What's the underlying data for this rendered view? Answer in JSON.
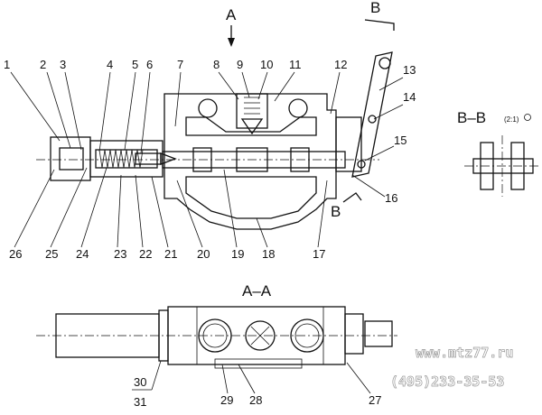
{
  "section_labels": {
    "view_a": "A",
    "view_b": "B",
    "section_b_bottom": "B",
    "section_aa": "A–A",
    "section_bb": "B–B",
    "scale": "(2:1)"
  },
  "callouts": [
    "1",
    "2",
    "3",
    "4",
    "5",
    "6",
    "7",
    "8",
    "9",
    "10",
    "11",
    "12",
    "13",
    "14",
    "15",
    "16",
    "17",
    "18",
    "19",
    "20",
    "21",
    "22",
    "23",
    "24",
    "25",
    "26",
    "27",
    "28",
    "29",
    "30",
    "31"
  ],
  "watermark": {
    "site": "www.mtz77.ru",
    "phone": "(495)233-35-53"
  }
}
